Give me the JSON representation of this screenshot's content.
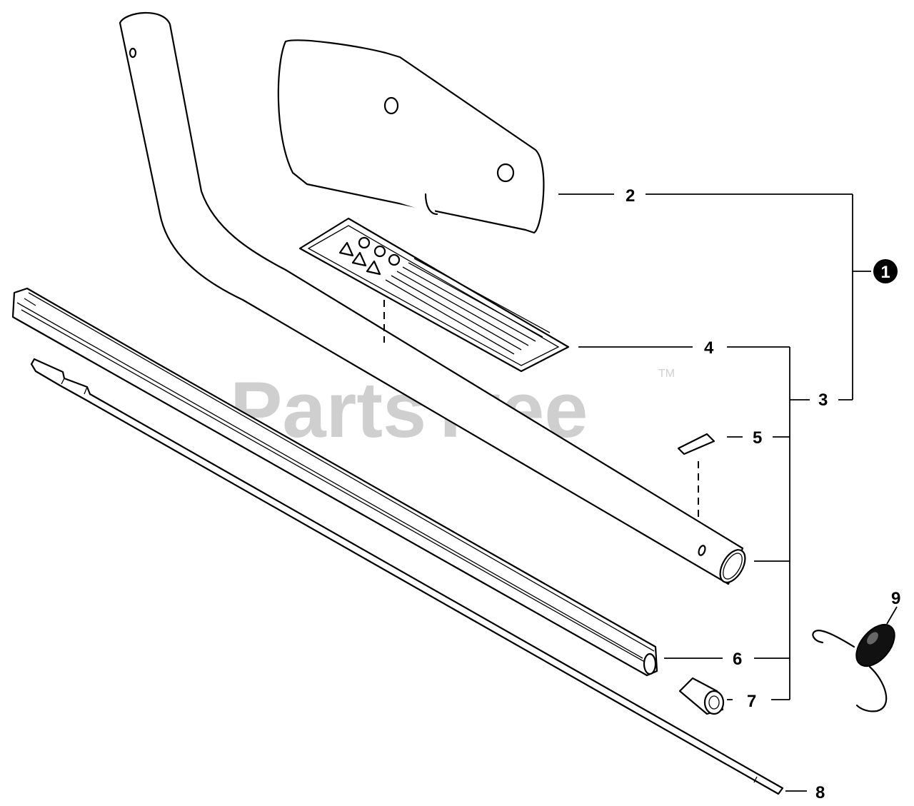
{
  "watermark": {
    "text": "PartsTree",
    "trademark": "TM"
  },
  "callouts": {
    "c1": "1",
    "c2": "2",
    "c3": "3",
    "c4": "4",
    "c5": "5",
    "c6": "6",
    "c7": "7",
    "c8": "8",
    "c9": "9"
  },
  "colors": {
    "line": "#000000",
    "watermark": "#cfcfcf",
    "background": "#ffffff"
  }
}
